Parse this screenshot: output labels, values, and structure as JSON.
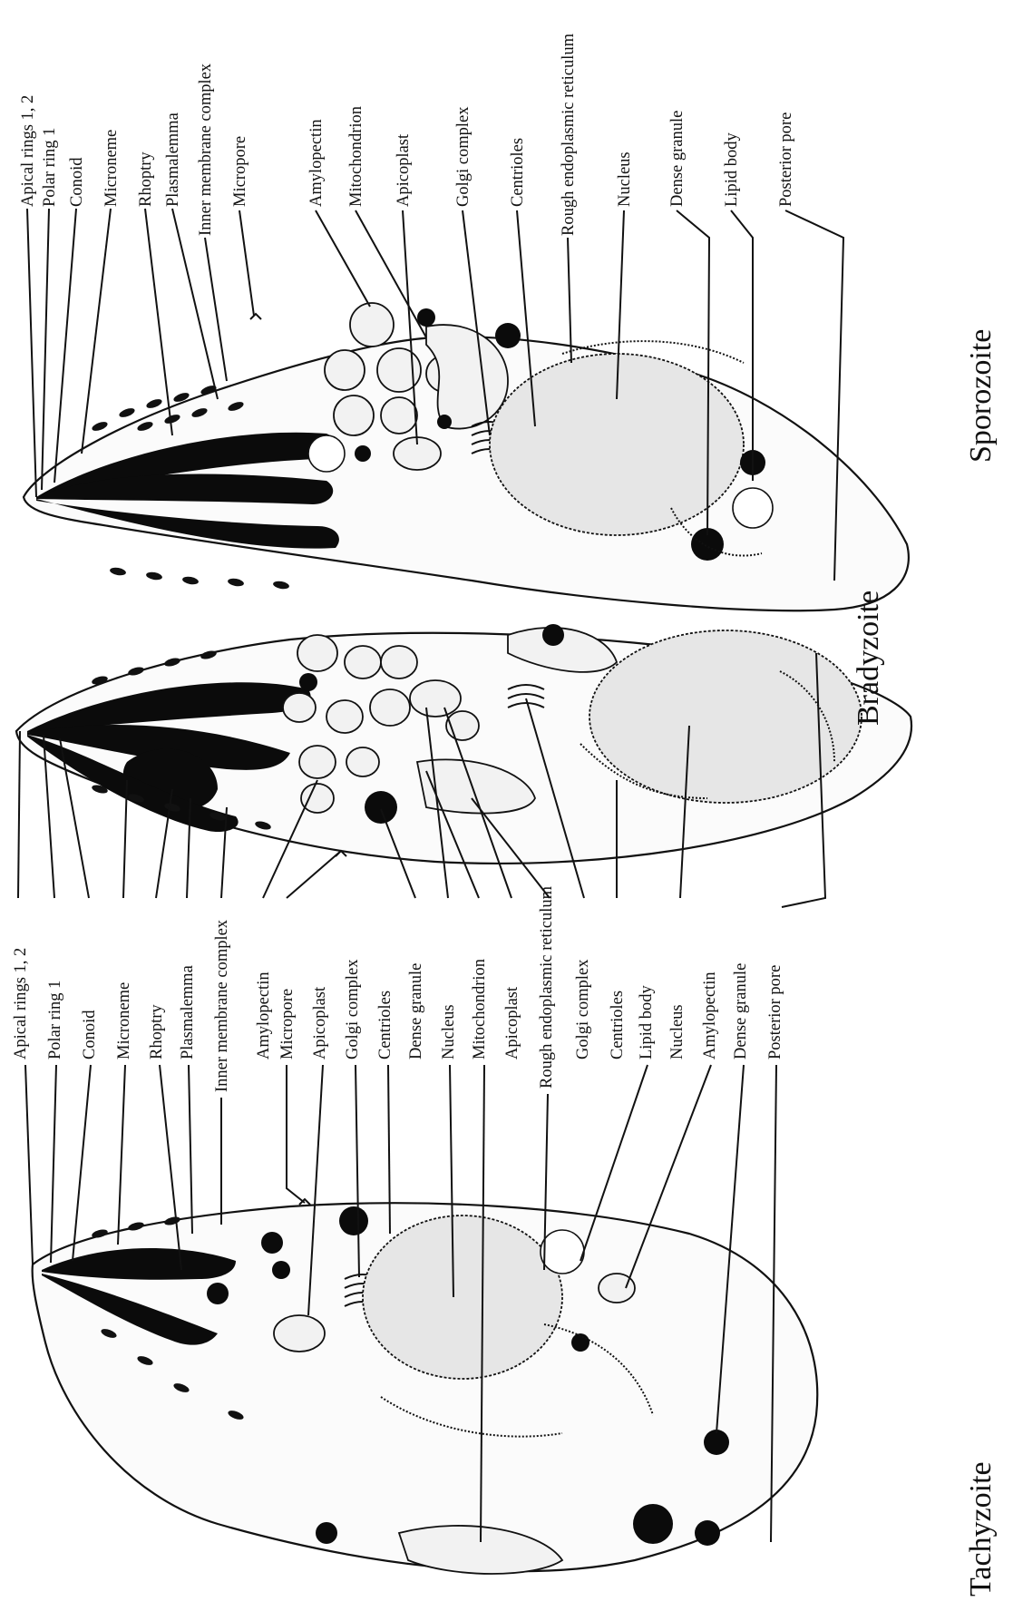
{
  "figure": {
    "panels": [
      {
        "id": "tachyzoite",
        "caption": "Tachyzoite",
        "labels": [
          "Apical rings 1, 2",
          "Polar ring 1",
          "Conoid",
          "Microneme",
          "Rhoptry",
          "Plasmalemma",
          "Inner membrane complex",
          "Amylopectin",
          "Micropore",
          "Apicoplast",
          "Golgi complex",
          "Centrioles",
          "Dense granule",
          "Nucleus",
          "Mitochondrion",
          "Apicoplast",
          "Rough endoplasmic reticulum",
          "Golgi complex",
          "Centrioles",
          "Lipid body",
          "Nucleus",
          "Amylopectin",
          "Dense granule",
          "Posterior pore"
        ]
      },
      {
        "id": "bradyzoite",
        "caption": "Bradyzoite",
        "labels": []
      },
      {
        "id": "sporozoite",
        "caption": "Sporozoite",
        "labels": [
          "Apical rings 1, 2",
          "Polar ring 1",
          "Conoid",
          "Microneme",
          "Rhoptry",
          "Plasmalemma",
          "Inner membrane complex",
          "Micropore",
          "Amylopectin",
          "Mitochondrion",
          "Apicoplast",
          "Golgi complex",
          "Centrioles",
          "Rough endoplasmic reticulum",
          "Nucleus",
          "Dense granule",
          "Lipid body",
          "Posterior pore"
        ]
      }
    ]
  }
}
